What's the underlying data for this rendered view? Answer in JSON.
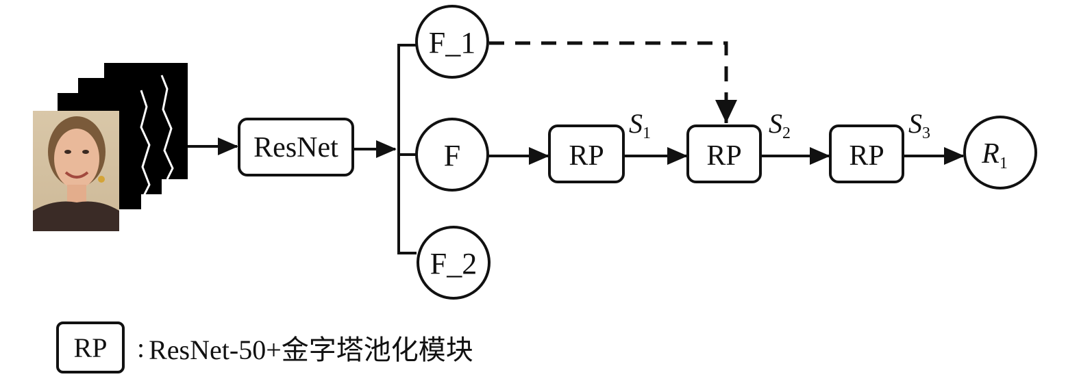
{
  "diagram": {
    "nodes": {
      "resnet": "ResNet",
      "f1": "F_1",
      "f": "F",
      "f2": "F_2",
      "rp1": "RP",
      "rp2": "RP",
      "rp3": "RP",
      "r1_base": "R",
      "r1_sub": "1"
    },
    "edges": {
      "s1_base": "S",
      "s1_sub": "1",
      "s2_base": "S",
      "s2_sub": "2",
      "s3_base": "S",
      "s3_sub": "3"
    }
  },
  "legend": {
    "box_label": "RP",
    "separator": ":",
    "text": "ResNet-50+金字塔池化模块"
  }
}
